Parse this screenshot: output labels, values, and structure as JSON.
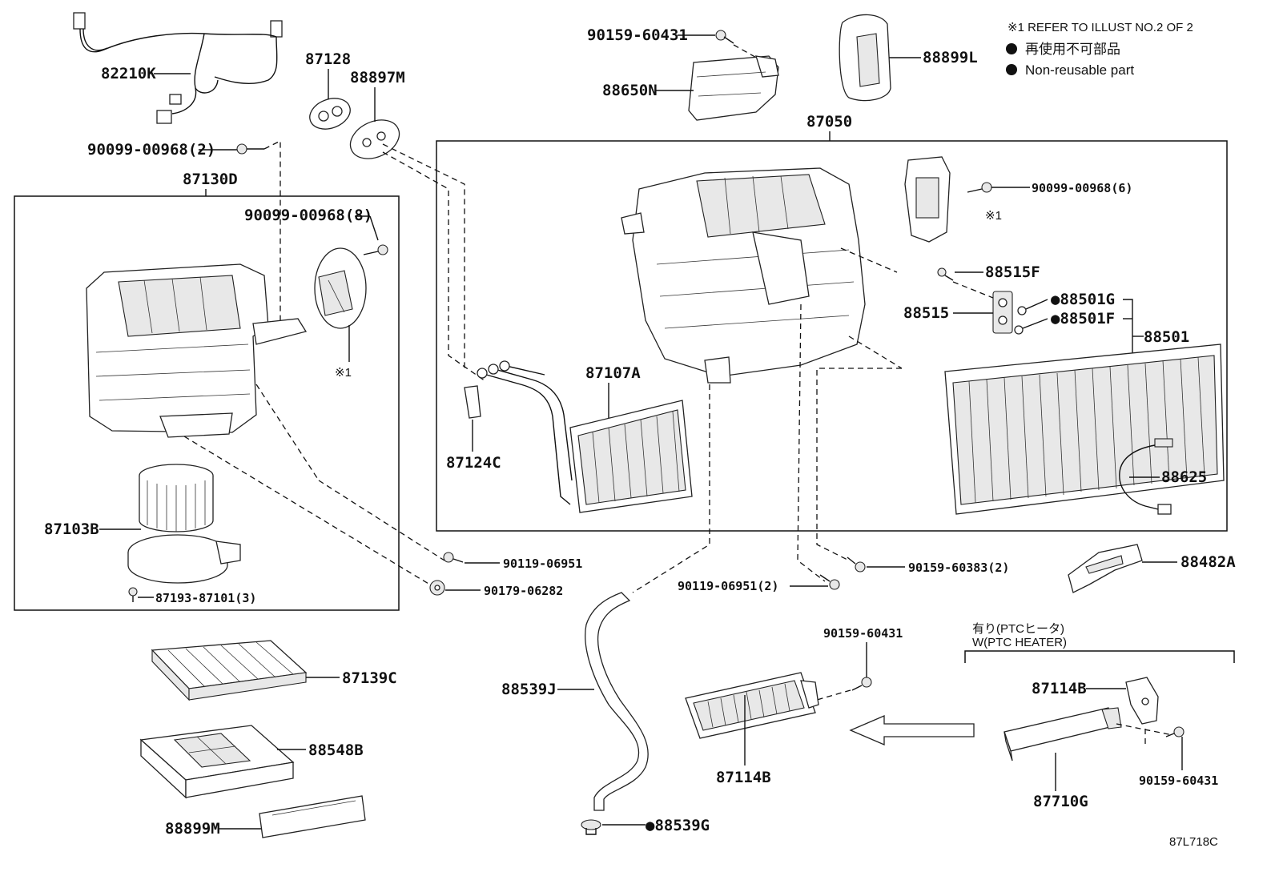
{
  "notes": {
    "refer": "※1 REFER TO ILLUST NO.2 OF 2",
    "non_reusable_jp": "再使用不可部品",
    "non_reusable_en": "Non-reusable part",
    "ptc_jp": "有り(PTCヒータ)",
    "ptc_en": "W(PTC HEATER)",
    "ref1_a": "※1",
    "ref1_b": "※1",
    "illust_code": "87L718C"
  },
  "parts": {
    "p82210K": "82210K",
    "p87128": "87128",
    "p88897M": "88897M",
    "p90159_60431_top": "90159-60431",
    "p88650N": "88650N",
    "p88899L": "88899L",
    "p87050": "87050",
    "p90099_00968_2": "90099-00968(2)",
    "p87130D": "87130D",
    "p90099_00968_8": "90099-00968(8)",
    "p90099_00968_6": "90099-00968(6)",
    "p88515F": "88515F",
    "p88515": "88515",
    "p88501G": "●88501G",
    "p88501F": "●88501F",
    "p88501": "88501",
    "p87107A": "87107A",
    "p87124C": "87124C",
    "p88625": "88625",
    "p87103B": "87103B",
    "p87193_87101": "87193-87101(3)",
    "p90119_06951": "90119-06951",
    "p90179_06282": "90179-06282",
    "p90119_06951_2": "90119-06951(2)",
    "p90159_60383": "90159-60383(2)",
    "p88482A": "88482A",
    "p87139C": "87139C",
    "p88548B": "88548B",
    "p88899M": "88899M",
    "p88539J": "88539J",
    "p88539G": "●88539G",
    "p90159_60431_mid": "90159-60431",
    "p87114B_main": "87114B",
    "p87114B_ptc": "87114B",
    "p87710G": "87710G",
    "p90159_60431_ptc": "90159-60431"
  }
}
